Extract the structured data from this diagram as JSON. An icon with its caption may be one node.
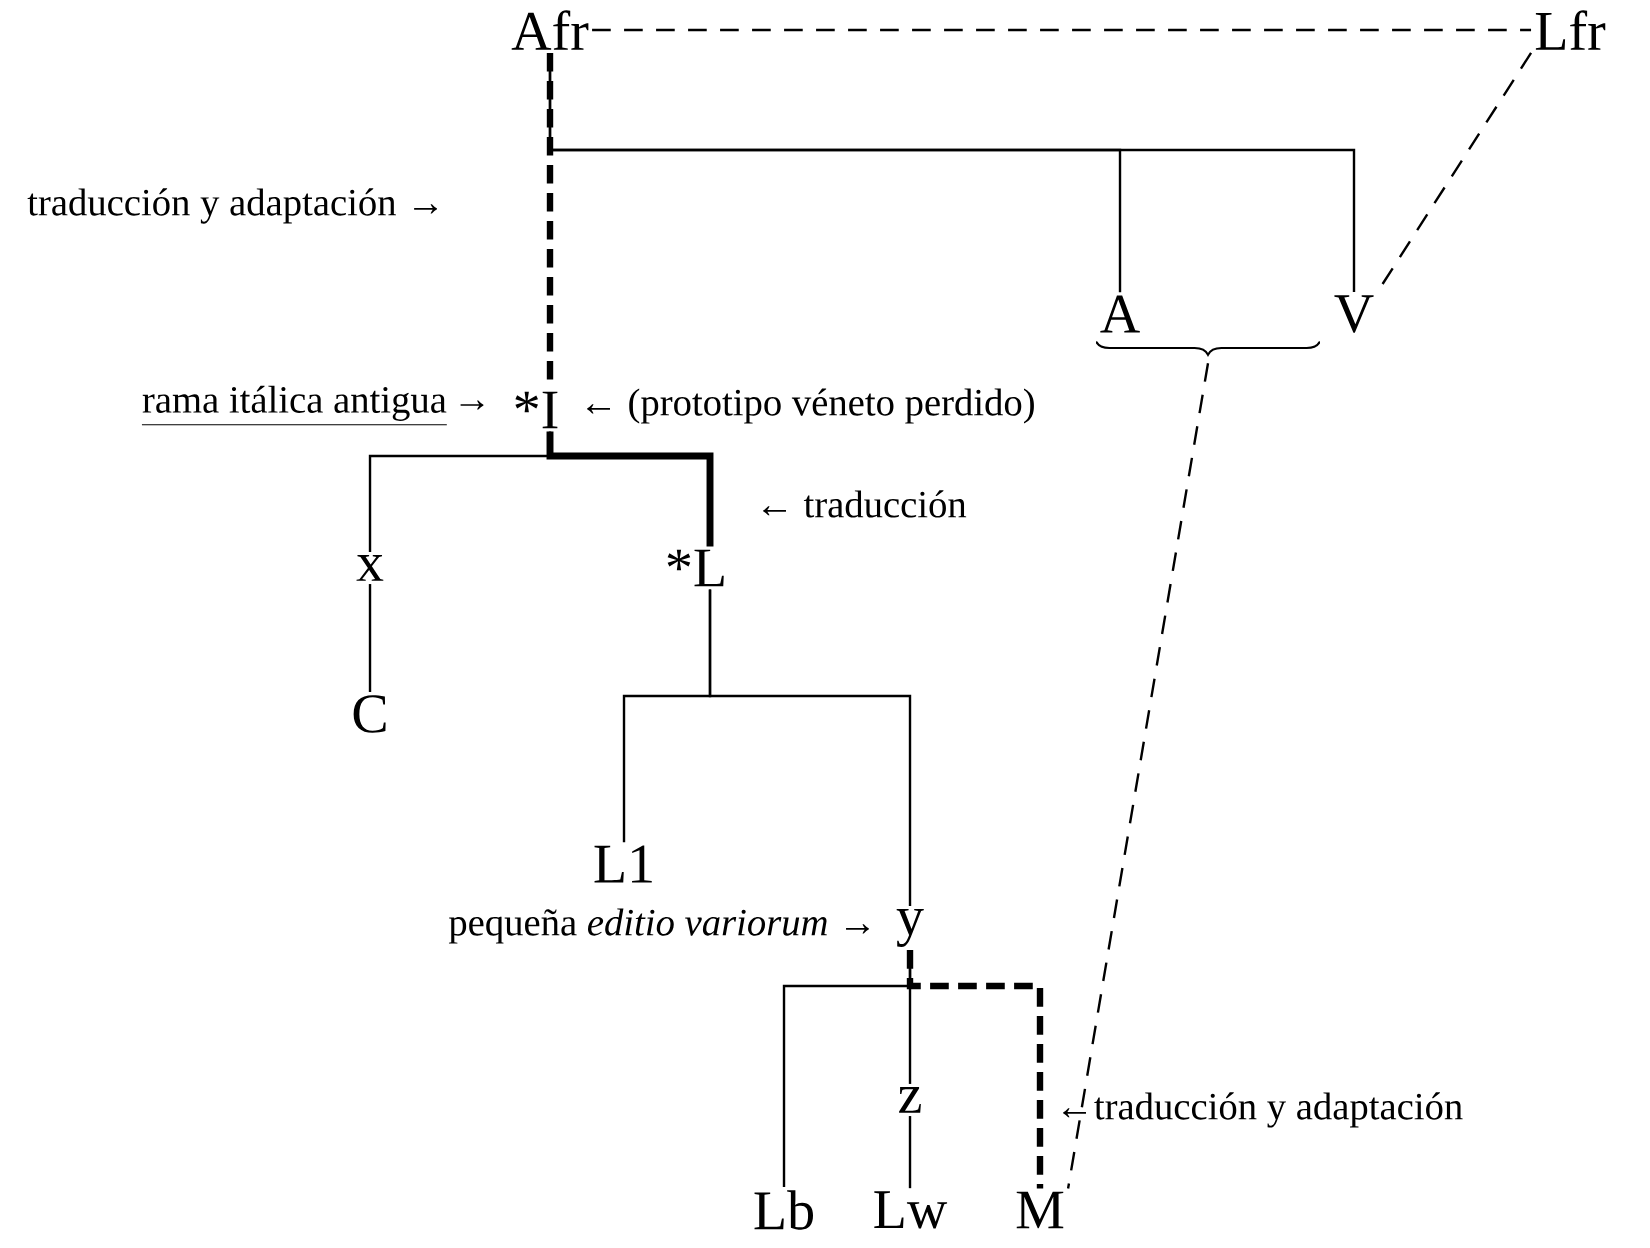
{
  "diagram": {
    "nodes": [
      {
        "text": [
          "Afr"
        ]
      },
      {
        "text": [
          "Lfr"
        ]
      },
      {
        "text": [
          "A"
        ]
      },
      {
        "text": [
          "V"
        ]
      },
      {
        "text": [],
        "shape": "brace"
      },
      {
        "text": [
          "*I"
        ]
      },
      {
        "text": [
          "x"
        ]
      },
      {
        "text": [
          "*L"
        ]
      },
      {
        "text": [
          "C"
        ]
      },
      {
        "text": [
          "L1"
        ]
      },
      {
        "text": [
          "y"
        ]
      },
      {
        "text": [
          "z"
        ]
      },
      {
        "text": [
          "Lb"
        ]
      },
      {
        "text": [
          "Lw"
        ]
      },
      {
        "text": [
          "M"
        ]
      }
    ],
    "edges": [
      {
        "from": 0,
        "to": 1,
        "arrow": "none",
        "style": "dashed"
      },
      {
        "from": 0,
        "to": 5,
        "arrow": "none",
        "style": "dashed"
      },
      {
        "from": 0,
        "to": 2,
        "arrow": "none"
      },
      {
        "from": 0,
        "to": 3,
        "arrow": "none"
      },
      {
        "from": 1,
        "to": 3,
        "arrow": "none",
        "style": "dashed"
      },
      {
        "from": 4,
        "to": 14,
        "arrow": "none",
        "style": "dashed"
      },
      {
        "from": 5,
        "to": 6,
        "arrow": "none"
      },
      {
        "from": 5,
        "to": 7,
        "arrow": "none",
        "style": "thick"
      },
      {
        "from": 6,
        "to": 8,
        "arrow": "none"
      },
      {
        "from": 7,
        "to": 9,
        "arrow": "none"
      },
      {
        "from": 7,
        "to": 10,
        "arrow": "none"
      },
      {
        "from": 10,
        "to": 12,
        "arrow": "none"
      },
      {
        "from": 10,
        "to": 11,
        "arrow": "none"
      },
      {
        "from": 10,
        "to": 14,
        "arrow": "none",
        "style": "dashed"
      },
      {
        "from": 11,
        "to": 13,
        "arrow": "none"
      }
    ],
    "labels": [
      "traducción y adaptación →",
      "rama itálica antigua",
      "→",
      "← (prototipo véneto perdido)",
      "← traducción",
      "pequeña *editio variorum* →",
      "←traducción y adaptación"
    ]
  }
}
